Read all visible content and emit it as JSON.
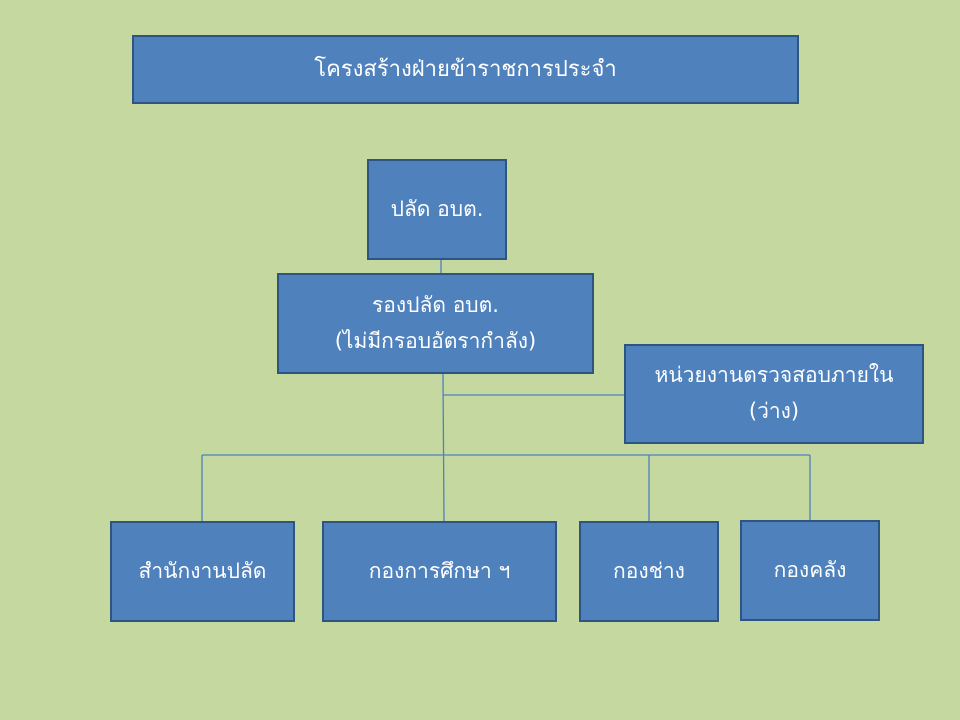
{
  "theme": {
    "background": "#c4d8a0",
    "box_fill": "#4f81bd",
    "box_border": "#2e5582",
    "box_text": "#ffffff",
    "connector": "#4f81bd"
  },
  "chart": {
    "title": "โครงสร้างฝ่ายข้าราชการประจำ",
    "head": "ปลัด อบต.",
    "deputy": {
      "line1": "รองปลัด อบต.",
      "line2": "(ไม่มีกรอบอัตรากำลัง)"
    },
    "audit_unit": {
      "line1": "หน่วยงานตรวจสอบภายใน",
      "line2": "(ว่าง)"
    },
    "departments": [
      "สำนักงานปลัด",
      "กองการศึกษา ฯ",
      "กองช่าง",
      "กองคลัง"
    ]
  }
}
